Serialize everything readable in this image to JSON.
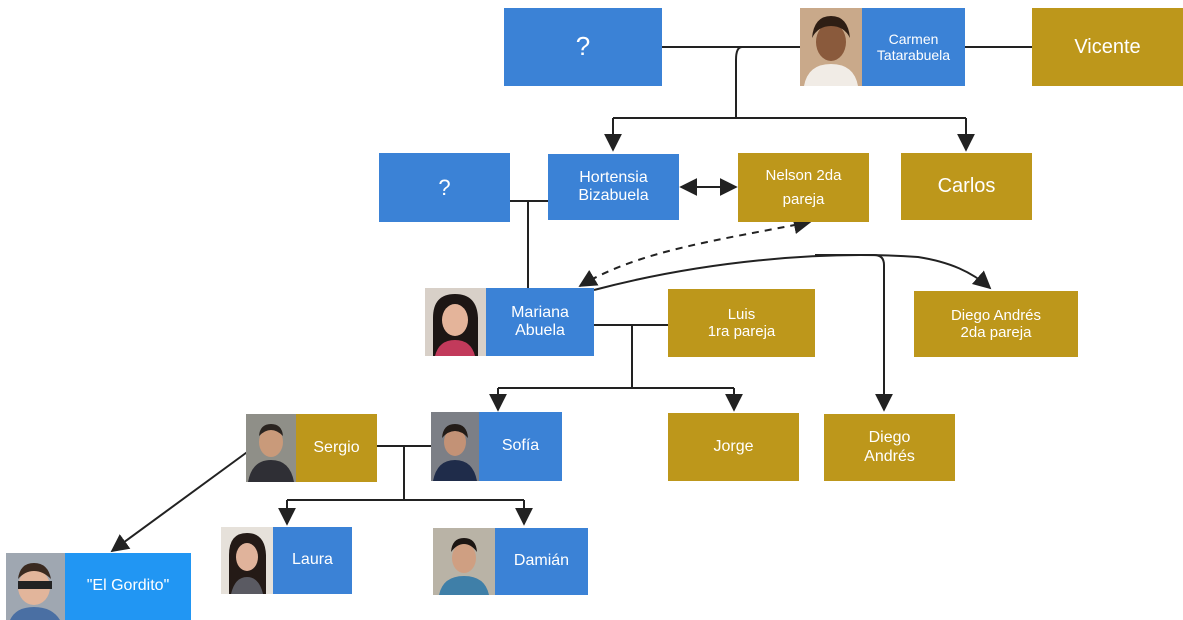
{
  "nodes": {
    "unknown_top": "?",
    "carmen": "Carmen\nTatarabuela",
    "vicente": "Vicente",
    "unknown_mid": "?",
    "hortensia": "Hortensia\nBizabuela",
    "nelson": "Nelson 2da\npareja",
    "carlos": "Carlos",
    "mariana": "Mariana\nAbuela",
    "luis": "Luis\n1ra pareja",
    "diego_andres_pareja": "Diego Andrés\n2da pareja",
    "sergio": "Sergio",
    "sofia": "Sofía",
    "jorge": "Jorge",
    "diego_andres": "Diego\nAndrés",
    "laura": "Laura",
    "damian": "Damián",
    "el_gordito": "\"El Gordito\""
  },
  "colors": {
    "blue": "#3b82d6",
    "bright_blue": "#2196f3",
    "gold": "#bd971b",
    "line": "#222222"
  },
  "icons": [
    "portrait-photo"
  ]
}
